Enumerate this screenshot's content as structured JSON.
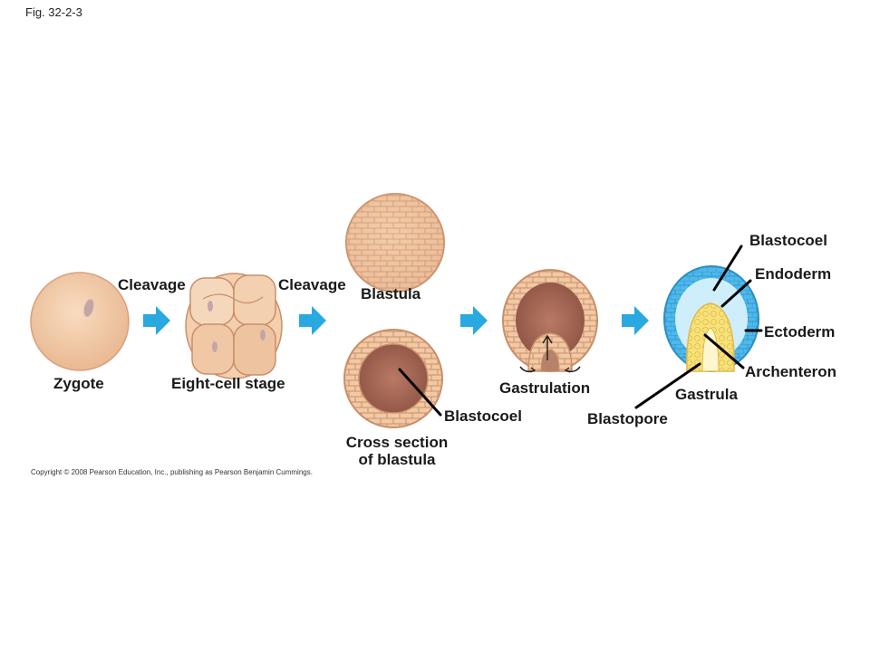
{
  "figure": {
    "number": "Fig. 32-2-3"
  },
  "copyright": "Copyright © 2008 Pearson Education, Inc., publishing as Pearson Benjamin Cummings.",
  "stages": {
    "zygote": "Zygote",
    "eight_cell": "Eight-cell stage",
    "blastula": "Blastula",
    "cross_section": [
      "Cross section",
      "of blastula"
    ],
    "gastrulation": "Gastrulation",
    "gastrula": "Gastrula"
  },
  "processes": {
    "cleavage_1": "Cleavage",
    "cleavage_2": "Cleavage"
  },
  "structures": {
    "blastocoel_cross_section": "Blastocoel",
    "blastocoel_gastrula": "Blastocoel",
    "endoderm": "Endoderm",
    "ectoderm": "Ectoderm",
    "archenteron": "Archenteron",
    "blastopore": "Blastopore"
  },
  "colors": {
    "arrow": "#29a9e0",
    "cell_fill": "#f1c9a4",
    "cell_edge": "#c98f6a",
    "ectoderm": "#4fb8ea",
    "endoderm": "#f7e27a",
    "leader_line": "#000000"
  }
}
